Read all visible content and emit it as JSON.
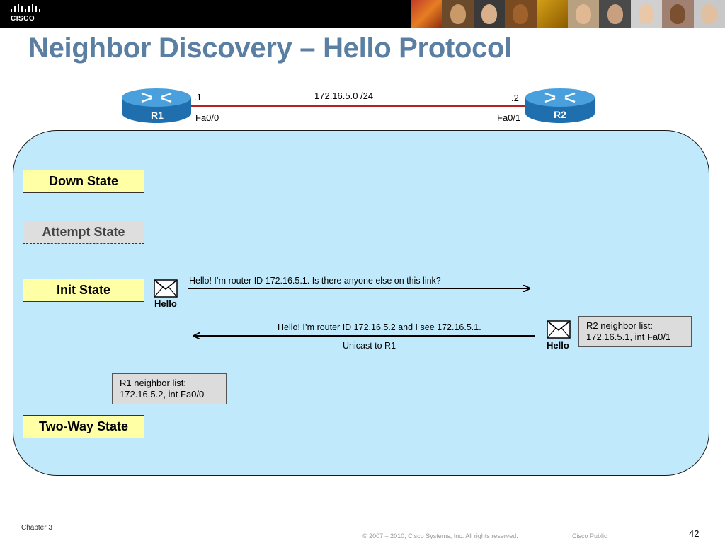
{
  "header": {
    "logo_text": "CISCO",
    "colors": {
      "bar": "#000000",
      "title": "#5a7fa3"
    }
  },
  "title": "Neighbor Discovery – Hello Protocol",
  "topology": {
    "network": "172.16.5.0 /24",
    "r1": {
      "name": "R1",
      "host": ".1",
      "interface": "Fa0/0"
    },
    "r2": {
      "name": "R2",
      "host": ".2",
      "interface": "Fa0/1"
    },
    "link_color": "#b22222",
    "router_color": "#2a7fc0"
  },
  "states": {
    "down": "Down State",
    "attempt": "Attempt State",
    "init": "Init State",
    "two_way": "Two-Way State"
  },
  "messages": {
    "hello_r1": "Hello!  I’m router ID 172.16.5.1. Is there anyone else on this link?",
    "hello_r2": "Hello!  I’m router ID 172.16.5.2 and I see 172.16.5.1.",
    "unicast": "Unicast to R1",
    "hello_label_left": "Hello",
    "hello_label_right": "Hello"
  },
  "neighbor_lists": {
    "r2_line1": "R2 neighbor list:",
    "r2_line2": "172.16.5.1, int Fa0/1",
    "r1_line1": "R1 neighbor list:",
    "r1_line2": "172.16.5.2, int Fa0/0"
  },
  "footer": {
    "chapter": "Chapter 3",
    "copyright": "© 2007 – 2010, Cisco Systems, Inc. All rights reserved.",
    "classification": "Cisco Public",
    "page": "42"
  },
  "panel_color": "#c0eafc",
  "state_color": "#ffffa6",
  "note_color": "#dcdcdc"
}
